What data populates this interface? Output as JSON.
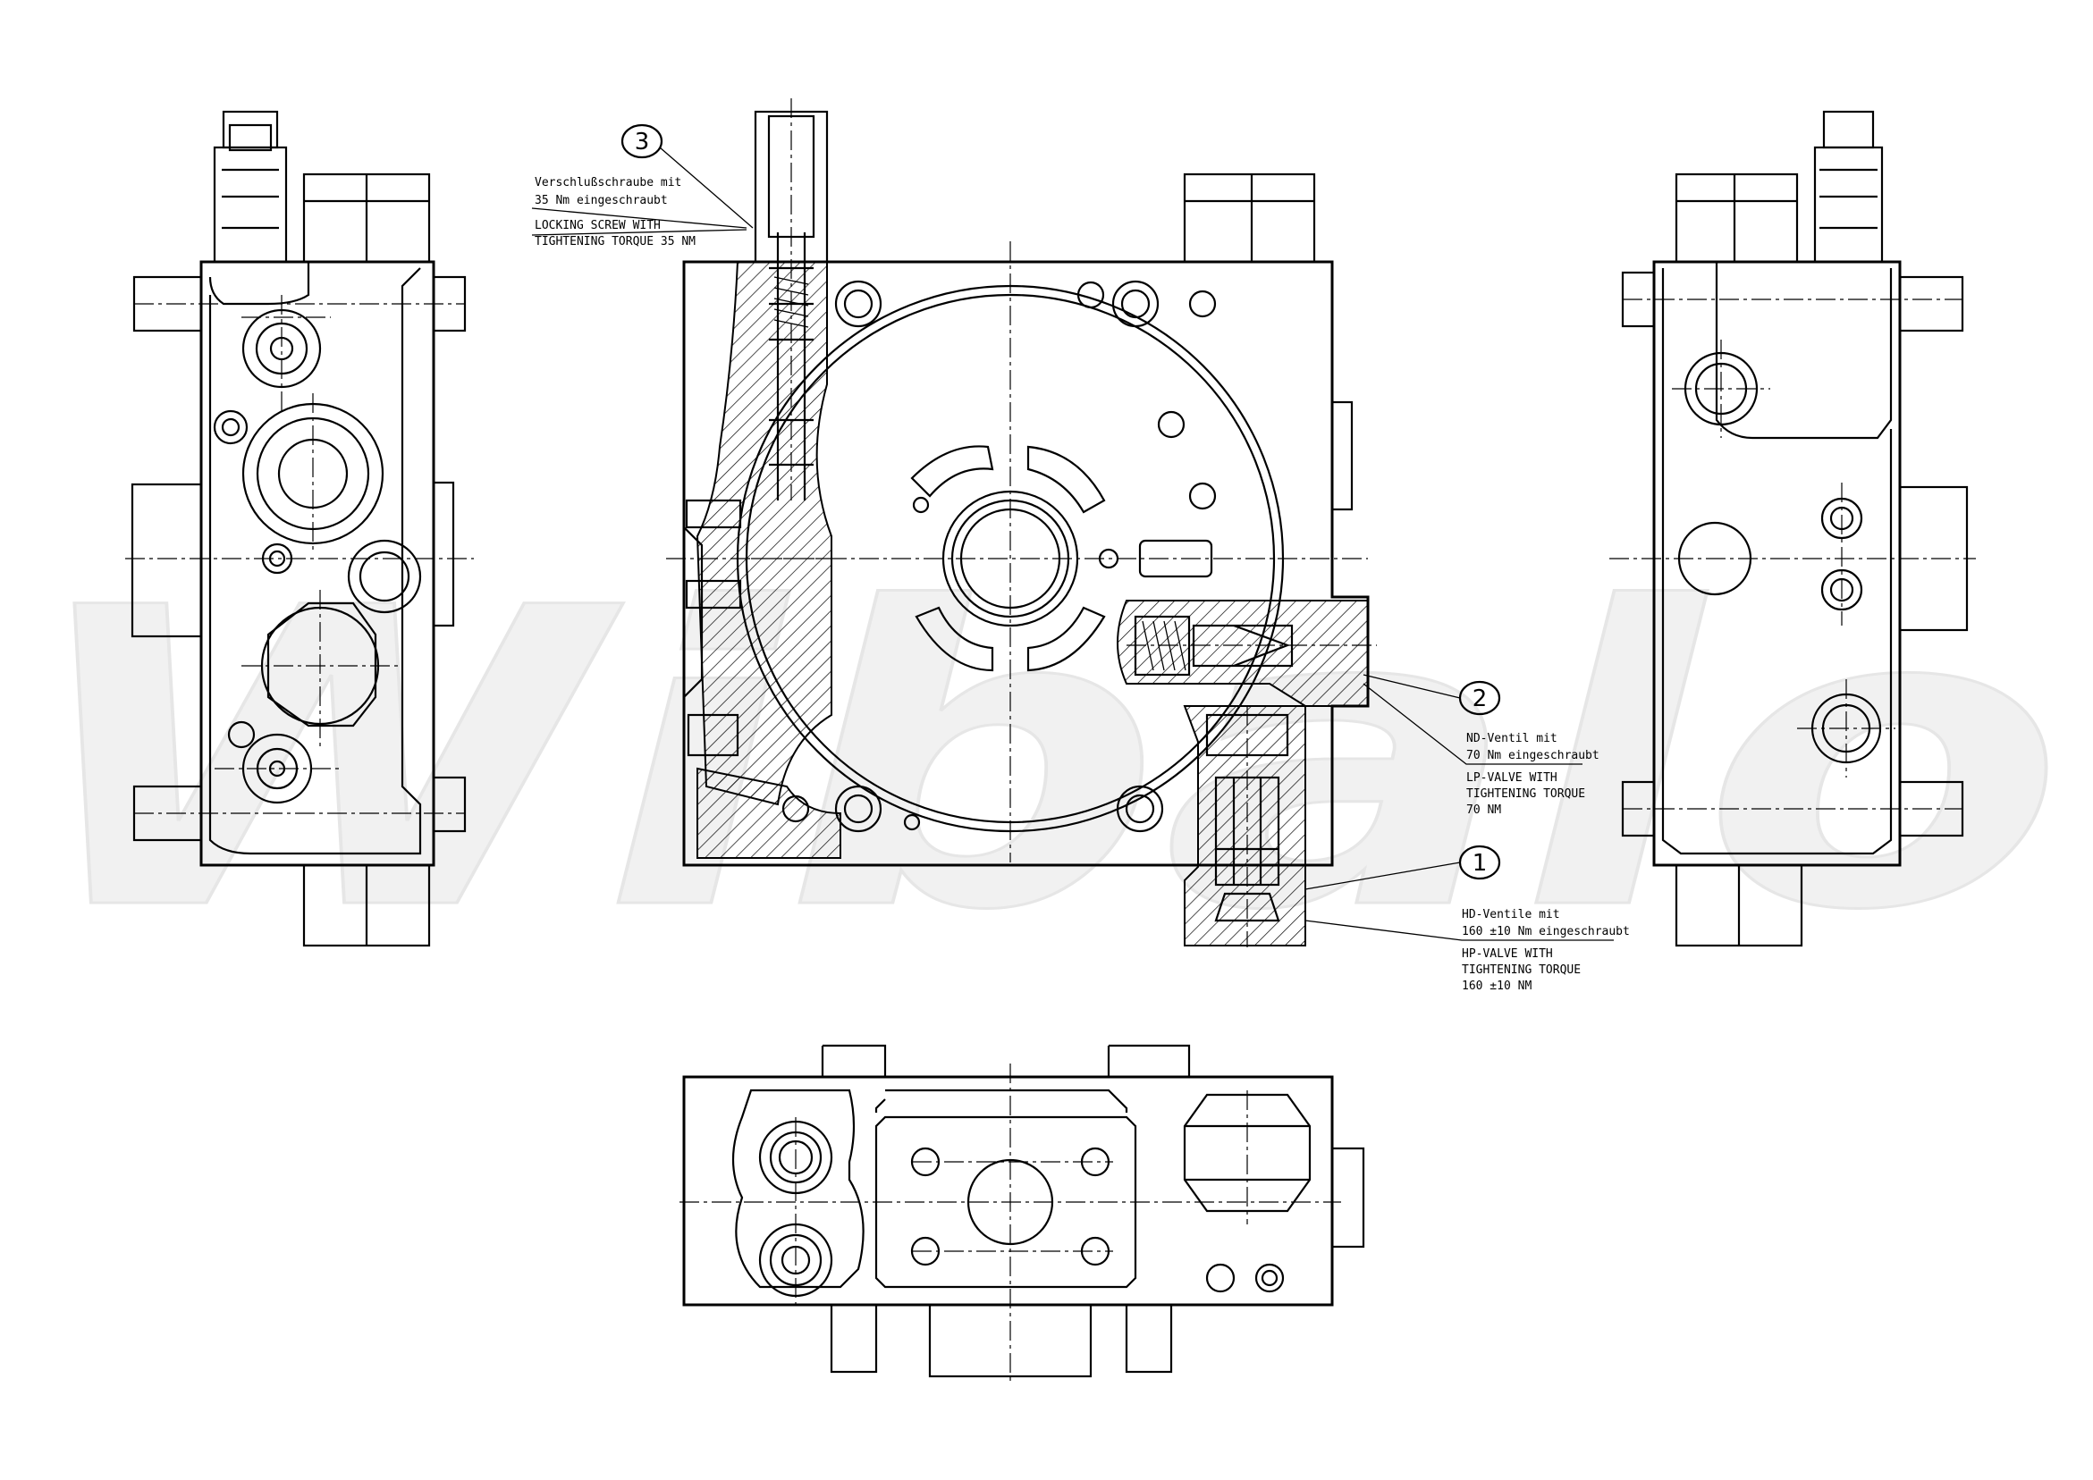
{
  "watermark": "Wibalo",
  "callouts": [
    {
      "number": "3",
      "lines": [
        "Verschlußschraube mit",
        "35 Nm eingeschraubt",
        "LOCKING SCREW WITH",
        "TIGHTENING TORQUE 35 NM"
      ]
    },
    {
      "number": "2",
      "lines": [
        "ND-Ventil mit",
        "70 Nm eingeschraubt",
        "LP-VALVE WITH",
        "TIGHTENING TORQUE",
        "70 NM"
      ]
    },
    {
      "number": "1",
      "lines": [
        "HD-Ventile mit",
        "160 ±10 Nm eingeschraubt",
        "HP-VALVE WITH",
        "TIGHTENING TORQUE",
        "160 ±10 NM"
      ]
    }
  ]
}
